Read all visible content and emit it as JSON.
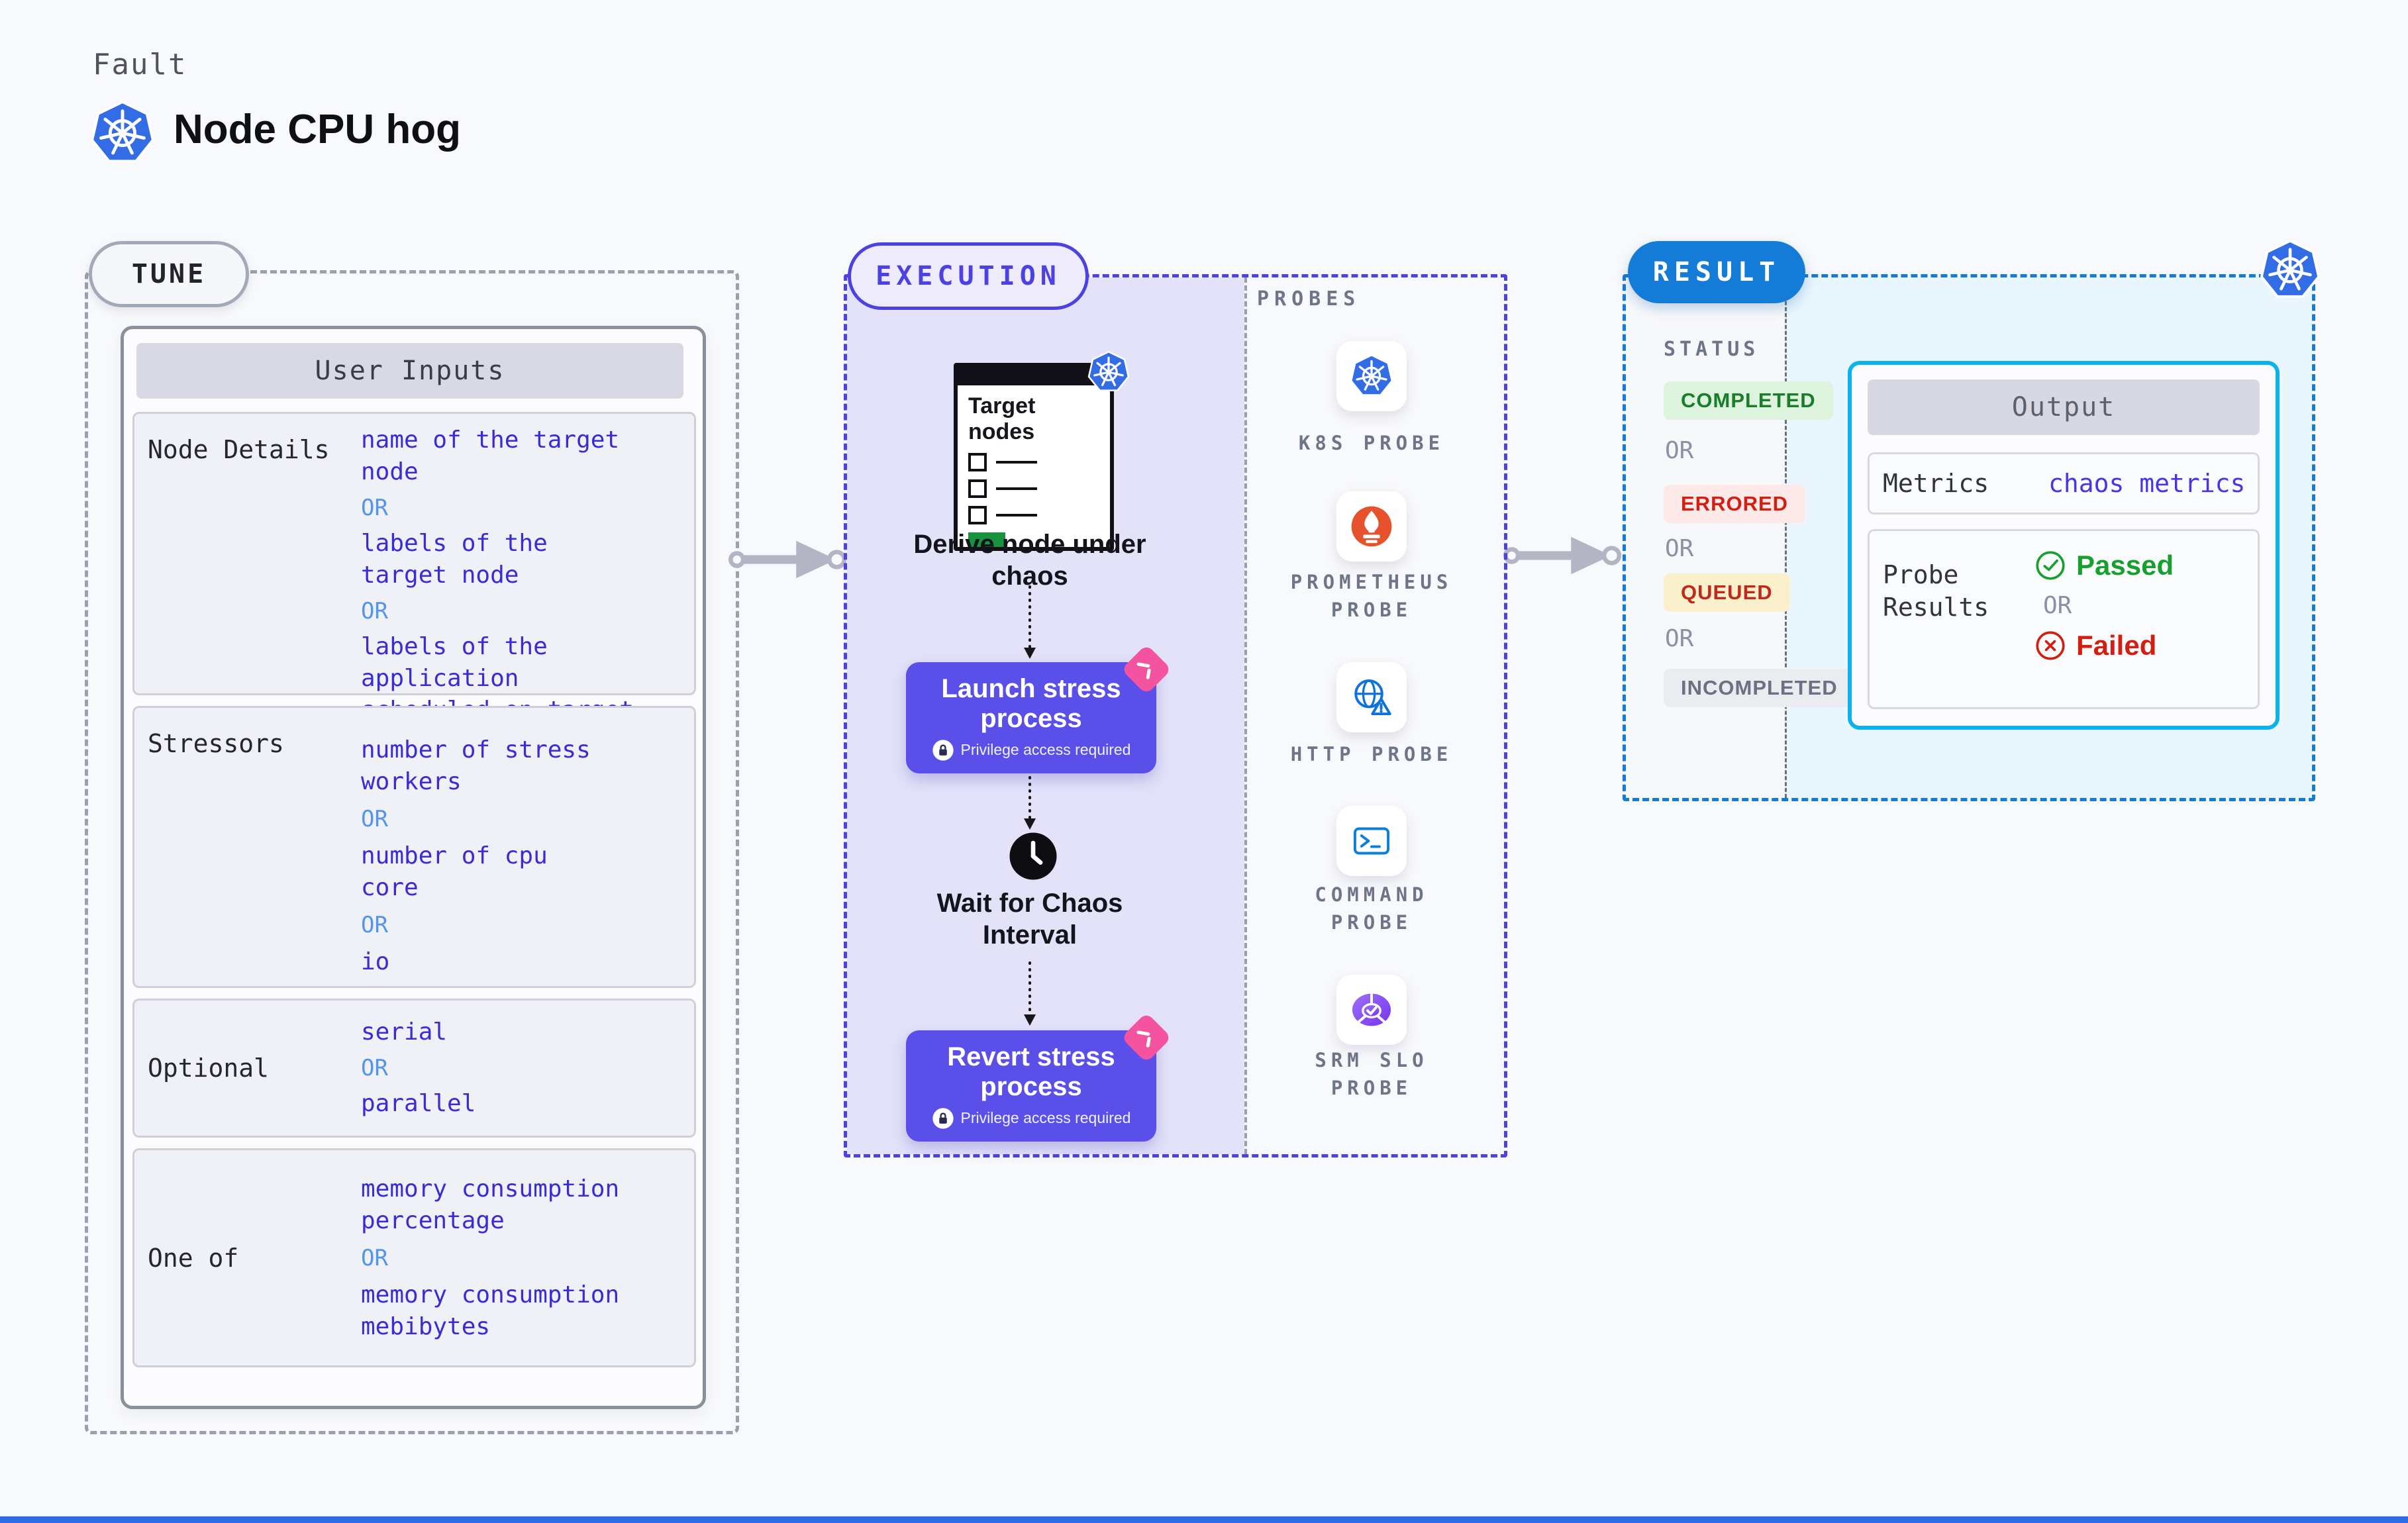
{
  "page": {
    "kicker": "Fault",
    "title": "Node CPU hog"
  },
  "tune": {
    "badge": "TUNE",
    "panel_title": "User Inputs",
    "or_label": "OR",
    "rows": [
      {
        "label": "Node Details",
        "options": [
          "name of the target\nnode",
          "labels of the\ntarget node",
          "labels of the application\n scheduled on target node"
        ]
      },
      {
        "label": "Stressors",
        "options": [
          "number of stress\nworkers",
          "number of cpu\ncore",
          "io"
        ]
      },
      {
        "label": "Optional",
        "options": [
          "serial",
          "parallel"
        ]
      },
      {
        "label": "One of",
        "options": [
          "memory consumption\npercentage",
          "memory consumption\nmebibytes"
        ]
      }
    ]
  },
  "execution": {
    "badge": "EXECUTION",
    "target_card_title": "Target\nnodes",
    "derive_label": "Derive node under\nchaos",
    "wait_label": "Wait for Chaos\nInterval",
    "launch_button": {
      "label": "Launch stress\nprocess",
      "sub": "Privilege access required"
    },
    "revert_button": {
      "label": "Revert stress\nprocess",
      "sub": "Privilege access required"
    }
  },
  "probes": {
    "title": "PROBES",
    "items": [
      {
        "label": "K8S PROBE",
        "icon": "kubernetes-icon"
      },
      {
        "label": "PROMETHEUS\nPROBE",
        "icon": "prometheus-icon"
      },
      {
        "label": "HTTP PROBE",
        "icon": "http-globe-icon"
      },
      {
        "label": "COMMAND\nPROBE",
        "icon": "terminal-icon"
      },
      {
        "label": "SRM SLO\nPROBE",
        "icon": "slo-gauge-icon"
      }
    ]
  },
  "result": {
    "badge": "RESULT",
    "status_title": "STATUS",
    "or_label": "OR",
    "statuses": [
      {
        "label": "COMPLETED",
        "fg": "#1a7d2c",
        "bg": "#ddf3dd"
      },
      {
        "label": "ERRORED",
        "fg": "#d21f12",
        "bg": "#fdeae8"
      },
      {
        "label": "QUEUED",
        "fg": "#c0291b",
        "bg": "#fbf0cc"
      },
      {
        "label": "INCOMPLETED",
        "fg": "#6b7082",
        "bg": "#ebecf0"
      }
    ],
    "output": {
      "title": "Output",
      "metrics_label": "Metrics",
      "metrics_value": "chaos metrics",
      "probe_results_label": "Probe\nResults",
      "passed_label": "Passed",
      "or_label": "OR",
      "failed_label": "Failed"
    }
  },
  "colors": {
    "accent_indigo": "#4c42e3",
    "value_indigo": "#3a2bd8",
    "or_blue": "#5295ec",
    "result_blue": "#147bd6",
    "output_border_cyan": "#0cb2e9",
    "button_indigo": "#5a50e9",
    "pink_badge": "#f4549f",
    "passed_green": "#17a02e",
    "failed_red": "#d21f12",
    "kubernetes_blue": "#326de6",
    "prometheus_orange": "#e6522c",
    "lavender_fill": "#e3e2f9",
    "cyan_fill": "#e9f6fd"
  }
}
